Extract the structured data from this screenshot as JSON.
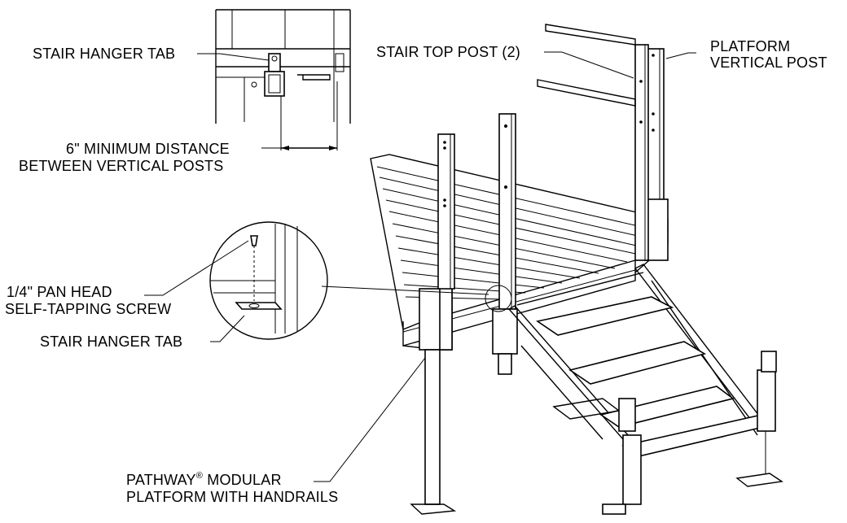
{
  "callouts": {
    "stair_hanger_tab_top": "STAIR HANGER TAB",
    "min_distance_line1": "6\" MINIMUM DISTANCE",
    "min_distance_line2": "BETWEEN VERTICAL POSTS",
    "stair_top_post": "STAIR TOP POST (2)",
    "platform_post_line1": "PLATFORM",
    "platform_post_line2": "VERTICAL POST",
    "screw_line1": "1/4\" PAN HEAD",
    "screw_line2": "SELF-TAPPING SCREW",
    "stair_hanger_tab_bottom": "STAIR HANGER TAB",
    "pathway_line1_prefix": "PATHWAY",
    "pathway_registered_mark": "®",
    "pathway_line1_suffix": " MODULAR",
    "pathway_line2": "PLATFORM WITH HANDRAILS"
  }
}
